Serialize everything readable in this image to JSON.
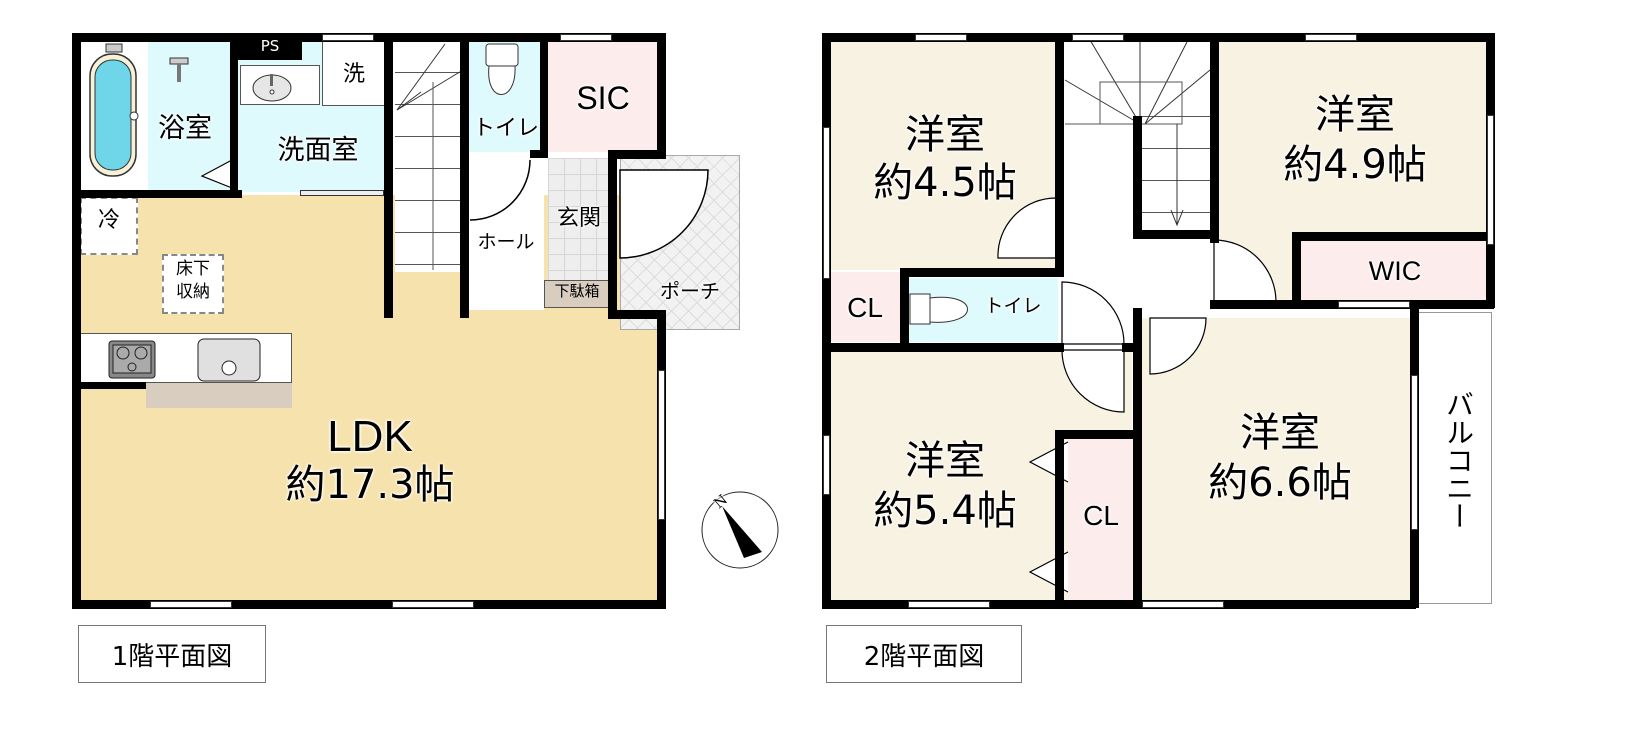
{
  "floor1": {
    "caption": "1階平面図",
    "rooms": {
      "bath": "浴室",
      "washroom": "洗面室",
      "washer": "洗",
      "ps": "PS",
      "stairs": "",
      "toilet": "トイレ",
      "sic": "SIC",
      "hall": "ホール",
      "entrance": "玄関",
      "shoe_box": "下駄箱",
      "porch": "ポーチ",
      "fridge": "冷",
      "underfloor_storage_1": "床下",
      "underfloor_storage_2": "収納",
      "ldk_name": "LDK",
      "ldk_size": "約17.3帖"
    }
  },
  "floor2": {
    "caption": "2階平面図",
    "rooms": {
      "room_nw_name": "洋室",
      "room_nw_size": "約4.5帖",
      "room_ne_name": "洋室",
      "room_ne_size": "約4.9帖",
      "room_sw_name": "洋室",
      "room_sw_size": "約5.4帖",
      "room_se_name": "洋室",
      "room_se_size": "約6.6帖",
      "closet_1": "CL",
      "closet_2": "CL",
      "wic": "WIC",
      "toilet": "トイレ",
      "balcony": "バルコニー"
    }
  },
  "compass": {
    "north_label": "N"
  },
  "colors": {
    "ldk_floor": "#f6e2ad",
    "bedroom_floor": "#f8f2e2",
    "wet_area": "#dffafd",
    "storage": "#fcecec",
    "shoe_box": "#d9cdbf",
    "wall": "#000000"
  }
}
